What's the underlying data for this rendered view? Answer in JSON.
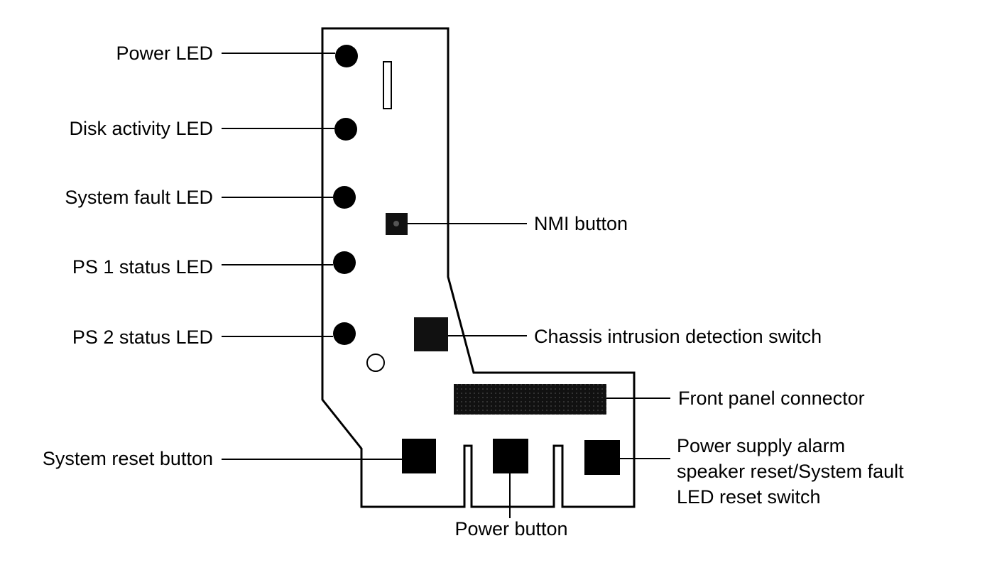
{
  "labels": {
    "power_led": "Power LED",
    "disk_activity_led": "Disk activity LED",
    "system_fault_led": "System fault LED",
    "ps1_status_led": "PS 1 status LED",
    "ps2_status_led": "PS 2 status LED",
    "system_reset_button": "System reset button",
    "nmi_button": "NMI button",
    "chassis_intrusion_switch": "Chassis intrusion detection switch",
    "front_panel_connector": "Front panel connector",
    "alarm_reset_line1": "Power supply alarm",
    "alarm_reset_line2": "speaker reset/System fault",
    "alarm_reset_line3": "LED reset switch",
    "power_button": "Power button"
  }
}
